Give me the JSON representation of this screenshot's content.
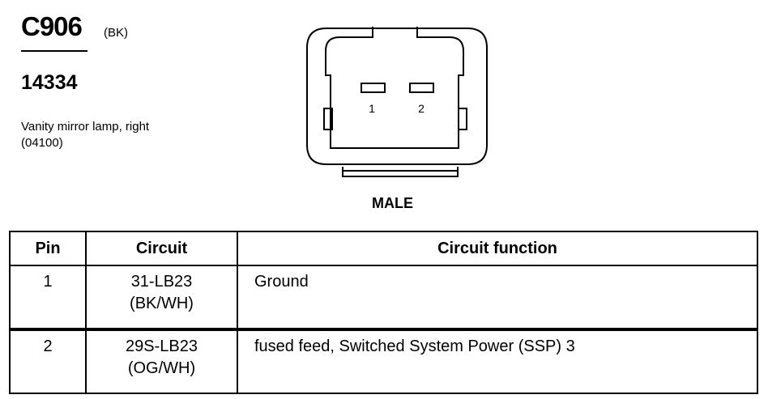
{
  "connector": {
    "id": "C906",
    "color_code": "(BK)",
    "part_number": "14334",
    "description": "Vanity mirror lamp, right",
    "code": "(04100)",
    "view_label": "MALE",
    "pin_labels": [
      "1",
      "2"
    ]
  },
  "table": {
    "headers": [
      "Pin",
      "Circuit",
      "Circuit function"
    ],
    "rows": [
      {
        "pin": "1",
        "circuit": "31-LB23",
        "circuit_color": "(BK/WH)",
        "function": "Ground"
      },
      {
        "pin": "2",
        "circuit": "29S-LB23",
        "circuit_color": "(OG/WH)",
        "function": "fused feed, Switched System Power (SSP) 3"
      }
    ]
  }
}
